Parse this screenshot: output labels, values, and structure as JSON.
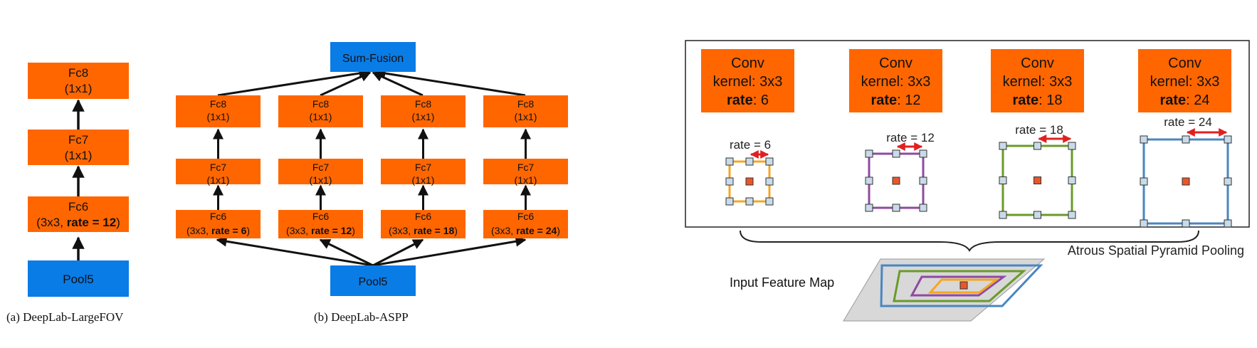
{
  "colors": {
    "orange": "#ff6600",
    "blue": "#0a7ce6",
    "red_arrow": "#e02020",
    "center_cell": "#e8572a",
    "cell_fill": "#c9dbe8",
    "rate6": "#f5a623",
    "rate12": "#8e4aa0",
    "rate18": "#6a9a2a",
    "rate24": "#4a86c0",
    "map_gray": "#d8d8d8"
  },
  "panel_a": {
    "caption": "(a) DeepLab-LargeFOV",
    "fc8": {
      "name": "Fc8",
      "sub": "(1x1)"
    },
    "fc7": {
      "name": "Fc7",
      "sub": "(1x1)"
    },
    "fc6": {
      "name": "Fc6",
      "sub_prefix": "(3x3, ",
      "sub_bold": "rate = 12",
      "sub_suffix": ")"
    },
    "pool": "Pool5"
  },
  "panel_b": {
    "caption": "(b) DeepLab-ASPP",
    "top": "Sum-Fusion",
    "pool": "Pool5",
    "branches": [
      {
        "fc8": "Fc8",
        "fc8_sub": "(1x1)",
        "fc7": "Fc7",
        "fc7_sub": "(1x1)",
        "fc6": "Fc6",
        "fc6_prefix": "(3x3, ",
        "fc6_bold": "rate = 6",
        "fc6_suffix": ")"
      },
      {
        "fc8": "Fc8",
        "fc8_sub": "(1x1)",
        "fc7": "Fc7",
        "fc7_sub": "(1x1)",
        "fc6": "Fc6",
        "fc6_prefix": "(3x3, ",
        "fc6_bold": "rate = 12",
        "fc6_suffix": ")"
      },
      {
        "fc8": "Fc8",
        "fc8_sub": "(1x1)",
        "fc7": "Fc7",
        "fc7_sub": "(1x1)",
        "fc6": "Fc6",
        "fc6_prefix": "(3x3, ",
        "fc6_bold": "rate = 18",
        "fc6_suffix": ")"
      },
      {
        "fc8": "Fc8",
        "fc8_sub": "(1x1)",
        "fc7": "Fc7",
        "fc7_sub": "(1x1)",
        "fc6": "Fc6",
        "fc6_prefix": "(3x3, ",
        "fc6_bold": "rate = 24",
        "fc6_suffix": ")"
      }
    ]
  },
  "panel_c": {
    "convs": [
      {
        "title": "Conv",
        "kernel": "kernel: 3x3",
        "rate_label": "rate",
        "rate_value": ": 6",
        "grid_label": "rate = 6"
      },
      {
        "title": "Conv",
        "kernel": "kernel: 3x3",
        "rate_label": "rate",
        "rate_value": ": 12",
        "grid_label": "rate = 12"
      },
      {
        "title": "Conv",
        "kernel": "kernel: 3x3",
        "rate_label": "rate",
        "rate_value": ": 18",
        "grid_label": "rate = 18"
      },
      {
        "title": "Conv",
        "kernel": "kernel: 3x3",
        "rate_label": "rate",
        "rate_value": ": 24",
        "grid_label": "rate = 24"
      }
    ],
    "aspp_label": "Atrous Spatial Pyramid Pooling",
    "input_label": "Input Feature Map"
  }
}
